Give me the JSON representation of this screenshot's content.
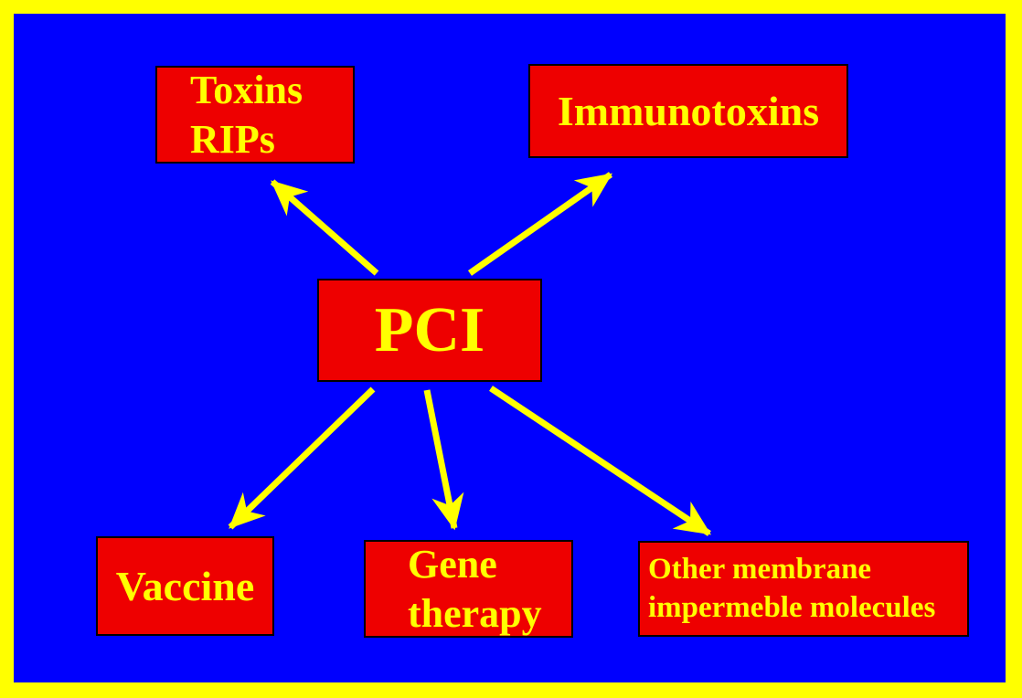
{
  "diagram": {
    "center_node": {
      "id": "pci",
      "label": "PCI"
    },
    "nodes": [
      {
        "id": "toxins-rips",
        "lines": [
          "Toxins",
          "RIPs"
        ]
      },
      {
        "id": "immunotoxins",
        "lines": [
          "Immunotoxins"
        ]
      },
      {
        "id": "vaccine",
        "lines": [
          "Vaccine"
        ]
      },
      {
        "id": "gene-therapy",
        "lines": [
          "Gene",
          "therapy"
        ]
      },
      {
        "id": "other-membrane-molecules",
        "lines": [
          "Other membrane",
          "impermeble molecules"
        ]
      }
    ],
    "edges": [
      {
        "from": "PCI",
        "to": "Toxins RIPs"
      },
      {
        "from": "PCI",
        "to": "Immunotoxins"
      },
      {
        "from": "PCI",
        "to": "Vaccine"
      },
      {
        "from": "PCI",
        "to": "Gene therapy"
      },
      {
        "from": "PCI",
        "to": "Other membrane impermeble molecules"
      }
    ]
  },
  "colors": {
    "frame_border": "#ffff00",
    "canvas_background": "#0000fe",
    "node_fill": "#ee0000",
    "node_border": "#000000",
    "node_text": "#ffff00",
    "arrow": "#ffff00"
  }
}
